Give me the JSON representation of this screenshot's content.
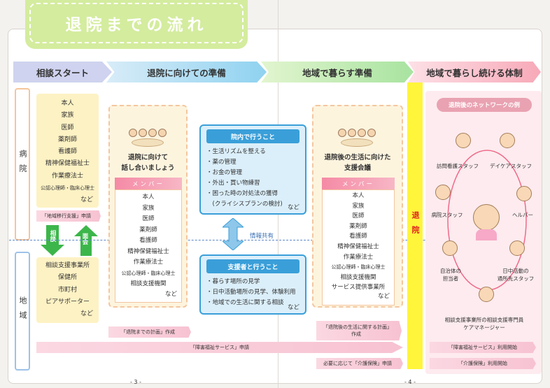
{
  "title": "退院までの流れ",
  "phases": [
    "相談スタート",
    "退院に向けての準備",
    "地域で暮らす準備",
    "地域で暮らし続ける体制"
  ],
  "side_labels": {
    "hospital": "病院",
    "community": "地域"
  },
  "hospital_members": [
    "本人",
    "家族",
    "医師",
    "薬剤師",
    "看護師",
    "精神保健福祉士",
    "作業療法士",
    "公認心理師・臨床心理士",
    "など"
  ],
  "transfer_request": "「地域移行支援」申請",
  "arrow_labels": {
    "consult": "相談",
    "visit": "面会"
  },
  "community_members": [
    "相談支援事業所",
    "保健所",
    "市町村",
    "ピアサポーター",
    "など"
  ],
  "meeting1": {
    "title": [
      "退院に向けて",
      "話し合いましょう"
    ],
    "member_header": "メンバー",
    "members": [
      "本人",
      "家族",
      "医師",
      "薬剤師",
      "看護師",
      "精神保健福祉士",
      "作業療法士",
      "公認心理師・臨床心理士",
      "相談支援機関"
    ],
    "etc": "など"
  },
  "in_hospital": {
    "header": "院内で行うこと",
    "items": [
      "・生活リズムを整える",
      "・薬の管理",
      "・お金の管理",
      "・外出・買い物練習",
      "・困った時の対処法の獲得",
      "　(クライシスプランの検討)"
    ],
    "etc": "など"
  },
  "info_share": "情報共有",
  "with_supporters": {
    "header": "支援者と行うこと",
    "items": [
      "・暮らす場所の見学",
      "・日中活動場所の見学、体験利用",
      "・地域での生活に関する相談"
    ],
    "etc": "など"
  },
  "meeting2": {
    "title": [
      "退院後の生活に向けた",
      "支援会議"
    ],
    "member_header": "メンバー",
    "members": [
      "本人",
      "家族",
      "医師",
      "薬剤師",
      "看護師",
      "精神保健福祉士",
      "作業療法士",
      "公認心理師・臨床心理士",
      "相談支援機関",
      "サービス提供事業所"
    ],
    "etc": "など"
  },
  "discharge": "退院",
  "network": {
    "header": "退院後のネットワークの例",
    "nodes": [
      "訪問看護スタッフ",
      "デイケアスタッフ",
      "病院スタッフ",
      "ヘルパー",
      "自治体の",
      "担当者",
      "日中活動の",
      "通所先スタッフ",
      "相談支援事業所の相談支援専門員",
      "ケアマネージャー"
    ]
  },
  "bars": {
    "plan": "「退院までの計画」作成",
    "plan2_line1": "「退院後の生活に関する計画」",
    "plan2_line2": "作成",
    "welfare": "「障害福祉サービス」申請",
    "care_insurance": "必要に応じて「介護保険」申請",
    "welfare_start": "「障害福祉サービス」利用開始",
    "care_start": "「介護保険」利用開始"
  },
  "page_numbers": [
    "- 3 -",
    "- 4 -"
  ],
  "colors": {
    "green_tab": "#d4ec9e",
    "blue": "#3a9fd9",
    "pink": "#f58aa5",
    "yellow": "#fff53a"
  }
}
